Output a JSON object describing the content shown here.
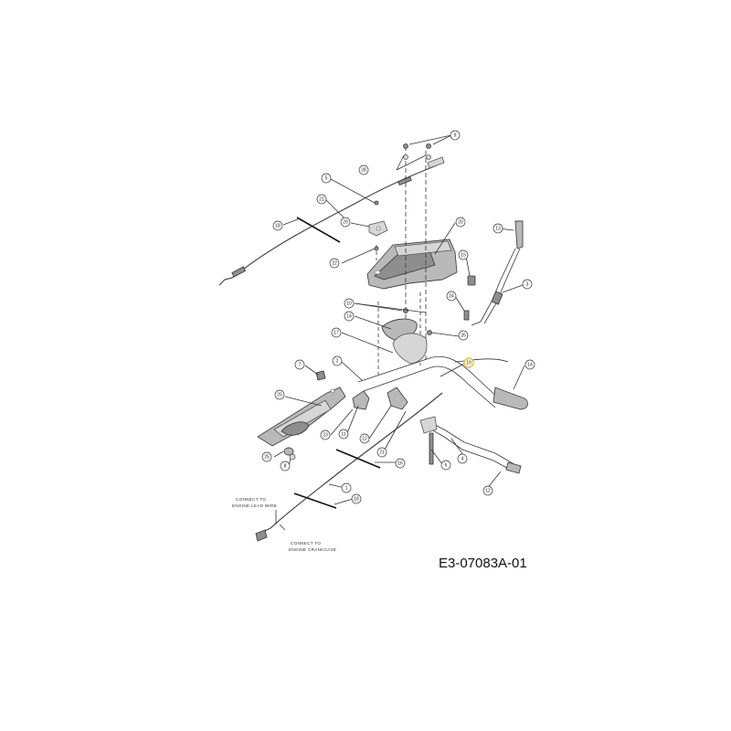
{
  "drawing": {
    "id": "E3-07083A-01",
    "notes": {
      "lead_wire": [
        "CONNECT TO",
        "ENGINE LEAD WIRE"
      ],
      "crankcase": [
        "CONNECT TO",
        "ENGINE CRANKCASE"
      ]
    }
  },
  "callouts": [
    {
      "label": "9"
    },
    {
      "label": "28"
    },
    {
      "label": "5"
    },
    {
      "label": "21"
    },
    {
      "label": "18"
    },
    {
      "label": "29"
    },
    {
      "label": "22"
    },
    {
      "label": "20"
    },
    {
      "label": "13"
    },
    {
      "label": "15"
    },
    {
      "label": "3"
    },
    {
      "label": "24"
    },
    {
      "label": "10"
    },
    {
      "label": "14"
    },
    {
      "label": "26"
    },
    {
      "label": "17"
    },
    {
      "label": "19"
    },
    {
      "label": "7"
    },
    {
      "label": "2"
    },
    {
      "label": "14"
    },
    {
      "label": "25"
    },
    {
      "label": "11"
    },
    {
      "label": "12"
    },
    {
      "label": "23"
    },
    {
      "label": "21"
    },
    {
      "label": "25"
    },
    {
      "label": "8"
    },
    {
      "label": "16"
    },
    {
      "label": "6"
    },
    {
      "label": "4"
    },
    {
      "label": "1"
    },
    {
      "label": "18"
    },
    {
      "label": "12"
    }
  ],
  "colors": {
    "line": "#333333",
    "part_fill": "#b9b9b9",
    "highlight_callout": "#e8c32a"
  }
}
